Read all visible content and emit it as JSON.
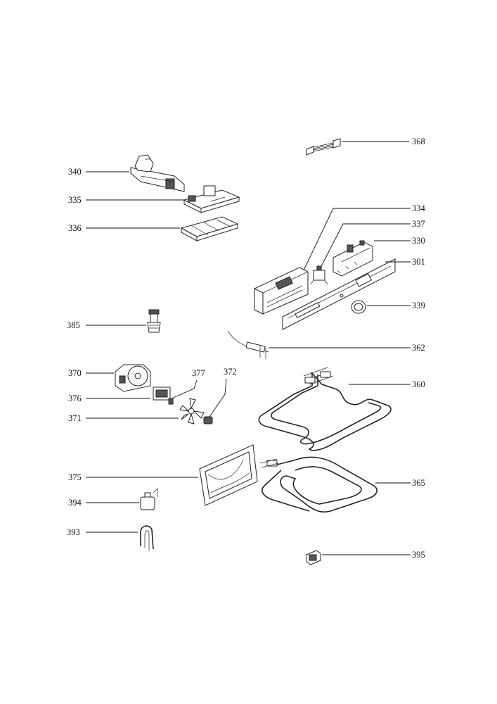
{
  "labels": {
    "p368": "368",
    "p340": "340",
    "p335": "335",
    "p336": "336",
    "p334": "334",
    "p337": "337",
    "p330": "330",
    "p301": "301",
    "p339": "339",
    "p385": "385",
    "p362": "362",
    "p370": "370",
    "p377": "377",
    "p372": "372",
    "p360": "360",
    "p376": "376",
    "p371": "371",
    "p375": "375",
    "p365": "365",
    "p394": "394",
    "p393": "393",
    "p395": "395"
  },
  "colors": {
    "ink": "#111111",
    "paper": "#ffffff",
    "shade": "#555555"
  }
}
